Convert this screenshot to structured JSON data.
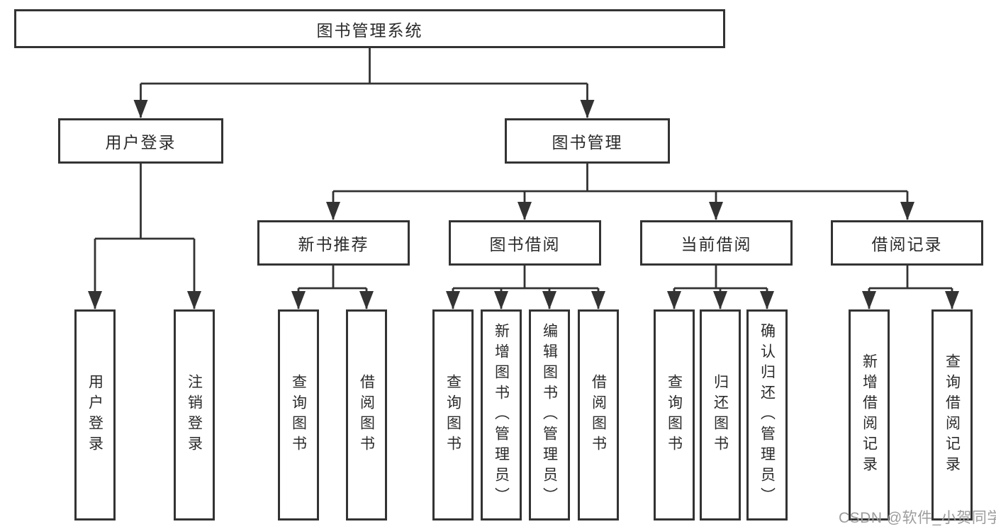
{
  "root": {
    "label": "图书管理系统"
  },
  "level2": [
    {
      "label": "用户登录"
    },
    {
      "label": "图书管理"
    }
  ],
  "level3": [
    {
      "label": "新书推荐"
    },
    {
      "label": "图书借阅"
    },
    {
      "label": "当前借阅"
    },
    {
      "label": "借阅记录"
    }
  ],
  "leaves": [
    {
      "label": "用户登录"
    },
    {
      "label": "注销登录"
    },
    {
      "label": "查询图书"
    },
    {
      "label": "借阅图书"
    },
    {
      "label": "查询图书"
    },
    {
      "label": "新增图书（管理员）"
    },
    {
      "label": "编辑图书（管理员）"
    },
    {
      "label": "借阅图书"
    },
    {
      "label": "查询图书"
    },
    {
      "label": "归还图书"
    },
    {
      "label": "确认归还（管理员）"
    },
    {
      "label": "新增借阅记录"
    },
    {
      "label": "查询借阅记录"
    }
  ],
  "watermark": "CSDN @软件_小贺同学",
  "colors": {
    "line": "#333333",
    "border": "#333333",
    "text": "#2b2b2b",
    "watermark": "#9c9c9c"
  }
}
